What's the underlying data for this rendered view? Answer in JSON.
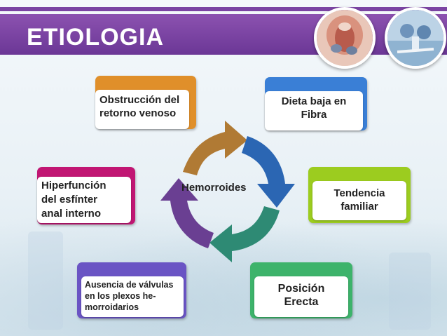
{
  "title": "ETIOLOGIA",
  "photos": [
    {
      "name": "anatomy-photo"
    },
    {
      "name": "surgery-photo"
    }
  ],
  "center_label": "Hemorroides",
  "boxes": {
    "obstruccion": {
      "line1": "Obstrucción del",
      "line2": "retorno venoso",
      "color": "#e08f2a"
    },
    "dieta": {
      "line1": "Dieta baja en",
      "line2": "Fibra",
      "color": "#3a7fd6"
    },
    "tendencia": {
      "line1": "Tendencia",
      "line2": "familiar",
      "color": "#9ccc1f"
    },
    "posicion": {
      "line1": "Posición",
      "line2": "Erecta",
      "color": "#3db36b"
    },
    "ausencia": {
      "line1": "Ausencia de válvulas",
      "line2": "en los plexos he-",
      "line3": "morroidarios",
      "color": "#6a54c4"
    },
    "hiperfuncion": {
      "line1": "Hiperfunción",
      "line2": "del esfínter",
      "line3": "anal interno",
      "color": "#c11673"
    }
  },
  "cycle_colors": {
    "top_left": "#b07a34",
    "top_right": "#2b66b3",
    "bottom_right": "#2e8a74",
    "bottom_left": "#6a3f92"
  }
}
